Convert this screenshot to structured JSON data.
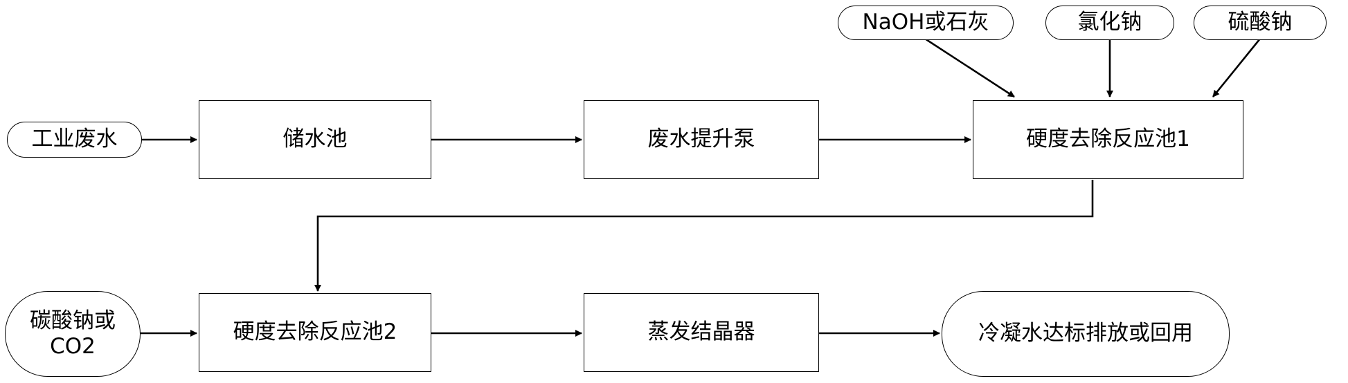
{
  "nodes": {
    "industrial_wastewater": "工业废水",
    "storage_tank": "储水池",
    "lift_pump": "废水提升泵",
    "hardness_tank_1": "硬度去除反应池1",
    "naoh_or_lime": "NaOH或石灰",
    "sodium_chloride": "氯化钠",
    "sodium_sulfate": "硫酸钠",
    "sodium_carbonate_line1": "碳酸钠或",
    "sodium_carbonate_line2": "CO2",
    "hardness_tank_2": "硬度去除反应池2",
    "evaporative_crystallizer": "蒸发结晶器",
    "condensate_discharge": "冷凝水达标排放或回用"
  }
}
